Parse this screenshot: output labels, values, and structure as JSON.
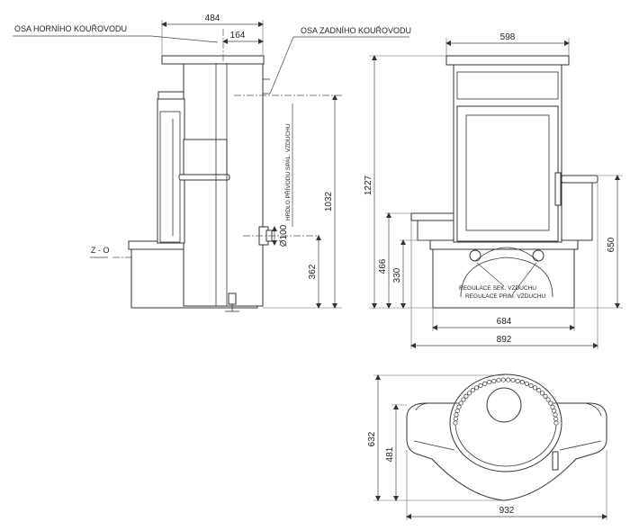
{
  "labels": {
    "flue_top_axis": "OSA HORNÍHO KOUŘOVODU",
    "flue_rear_axis": "OSA ZADNÍHO KOUŘOVODU",
    "air_inlet": "HRDLO PŘÍVODU SPAL. VZDUCHU",
    "z_o": "Z - O",
    "secondary_air": "REGULACE SEK. VZDUCHU",
    "primary_air": "REGULACE PRIM. VZDUCHU"
  },
  "dimensions": {
    "side_depth": "484",
    "top_flue_offset": "164",
    "rear_flue_height": "1032",
    "air_inlet_diameter": "Ø100",
    "air_inlet_height": "362",
    "front_width": "598",
    "total_height": "1227",
    "side_panel_height": "650",
    "base_height": "466",
    "control_height": "330",
    "base_width": "684",
    "total_width": "892",
    "plan_depth": "632",
    "plan_inner_depth": "481",
    "plan_width": "932"
  }
}
